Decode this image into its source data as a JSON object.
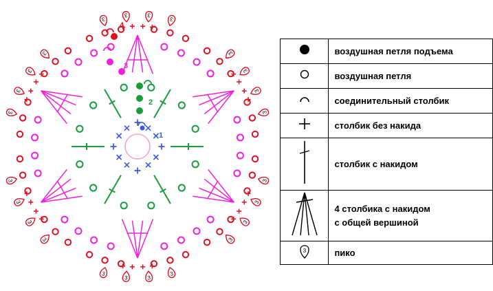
{
  "diagram": {
    "round_labels": [
      "1",
      "2",
      "3",
      "4"
    ],
    "picot_number": "3",
    "colors": {
      "round1": "#3b5bdb",
      "round2": "#1a9b3c",
      "round3": "#ee22dd",
      "round4": "#dd1122",
      "center": "#f4a6c6"
    }
  },
  "legend": {
    "rows": [
      {
        "symbol": "filled-dot-icon",
        "lines": [
          "воздушная петля подъема"
        ]
      },
      {
        "symbol": "open-circle-icon",
        "lines": [
          "воздушная петля"
        ]
      },
      {
        "symbol": "arc-icon",
        "lines": [
          "соединительный столбик"
        ]
      },
      {
        "symbol": "plus-icon",
        "lines": [
          "столбик без накида"
        ]
      },
      {
        "symbol": "double-crochet-icon",
        "lines": [
          "столбик с накидом"
        ]
      },
      {
        "symbol": "cluster-icon",
        "lines": [
          "4 столбика с накидом",
          "с общей вершиной"
        ]
      },
      {
        "symbol": "picot-icon",
        "lines": [
          "пико"
        ]
      }
    ],
    "picot_number": "3"
  }
}
